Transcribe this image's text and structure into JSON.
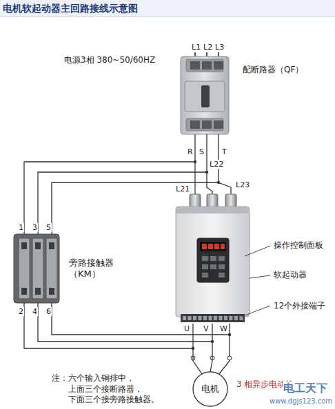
{
  "diagram": {
    "title": "电机软起动器主回路接线示意图",
    "nodes": [
      {
        "text": [
          "配断路器（QF）"
        ]
      },
      {
        "text": [
          "旁路接触器 （KM）"
        ]
      },
      {
        "text": [
          "软起动器"
        ]
      },
      {
        "text": [
          "电机"
        ]
      }
    ],
    "edges": [
      {
        "from": 0,
        "to": 2,
        "arrow": "none"
      },
      {
        "from": 0,
        "to": 1,
        "arrow": "none"
      },
      {
        "from": 1,
        "to": 3,
        "arrow": "none"
      },
      {
        "from": 2,
        "to": 3,
        "arrow": "none"
      }
    ],
    "labels": [
      "L1",
      "L2",
      "L3",
      "电源3相 380~50/60HZ",
      "R",
      "S",
      "T",
      "L22",
      "L21",
      "L23",
      "1",
      "3",
      "5",
      "2",
      "4",
      "6",
      "操作控制面板",
      "12个外接端子",
      "U",
      "V",
      "W",
      "3 相异步电动机",
      "注：六个输入铜排中， 上面三个接断路器， 下面三个接旁路接触器。",
      "电工天下",
      "www.dgjs123.com"
    ]
  }
}
